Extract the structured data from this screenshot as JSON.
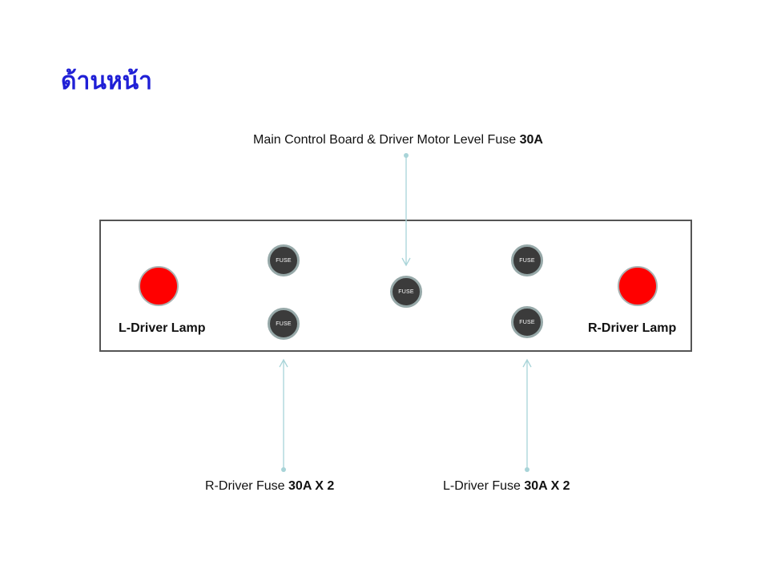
{
  "title": "ด้านหน้า",
  "labels": {
    "main_control": {
      "text": "Main Control Board & Driver Motor Level Fuse ",
      "bold": "30A"
    },
    "r_driver_fuse": {
      "text": "R-Driver Fuse ",
      "bold": "30A X 2"
    },
    "l_driver_fuse": {
      "text": "L-Driver Fuse ",
      "bold": "30A X 2"
    }
  },
  "lamps": {
    "left_label": "L-Driver Lamp",
    "right_label": "R-Driver Lamp",
    "color": "#ff0000"
  },
  "fuses": {
    "top_left": "FUSE",
    "bottom_left": "FUSE",
    "center": "FUSE",
    "top_right": "FUSE",
    "bottom_right": "FUSE"
  },
  "colors": {
    "title": "#1f1fd6",
    "arrow": "#a8d4d8",
    "fuse_fill": "#3b3b3b",
    "fuse_ring": "#97a9a9",
    "panel_border": "#555555"
  }
}
